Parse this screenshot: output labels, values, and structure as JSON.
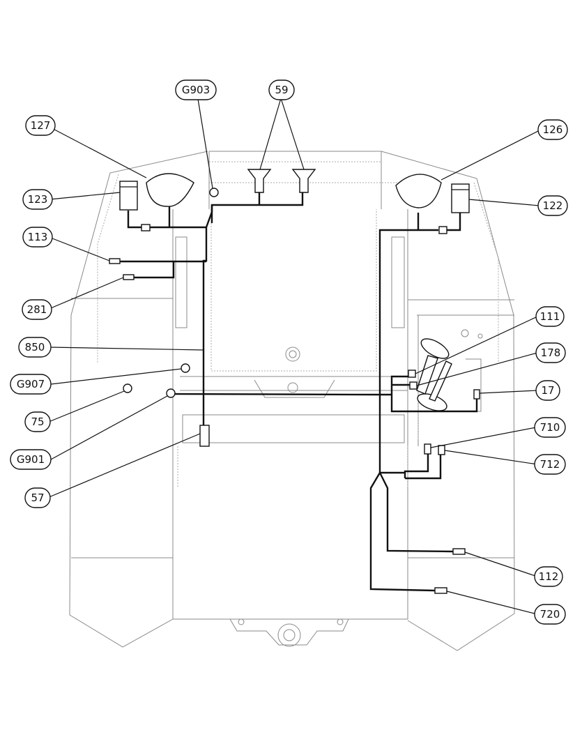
{
  "callouts": {
    "c127": "127",
    "c123": "123",
    "c113": "113",
    "c281": "281",
    "c850": "850",
    "cG907": "G907",
    "c75": "75",
    "cG901": "G901",
    "c57": "57",
    "cG903": "G903",
    "c59": "59",
    "c126": "126",
    "c122": "122",
    "c111": "111",
    "c178": "178",
    "c17": "17",
    "c710": "710",
    "c712": "712",
    "c112": "112",
    "c720": "720"
  }
}
